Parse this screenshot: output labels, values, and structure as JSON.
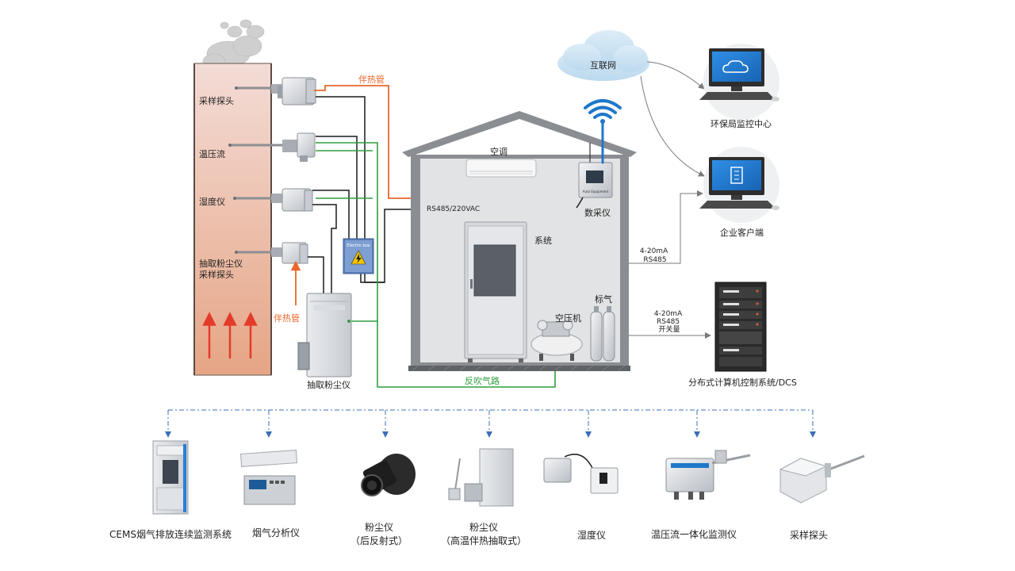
{
  "colors": {
    "heat_pipe": "#e8672a",
    "signal": "#1a1a1a",
    "backflush": "#2e9e3e",
    "arrow_up": "#e33b2a",
    "bus": "#3b6fb6",
    "chimney_top": "#f1d9d2",
    "chimney_bottom": "#e6a888",
    "cloud": "#cfe6f4",
    "monitor": "#2a7fd4"
  },
  "icons": {
    "cloud": "cloud-icon",
    "wifi": "wifi-icon",
    "computer": "computer-icon",
    "server": "server-rack-icon",
    "warning": "lightning-warning-icon"
  },
  "chimney": {
    "probes": [
      "采样探头",
      "温压流",
      "湿度仪",
      "抽取粉尘仪\n采样探头"
    ]
  },
  "pipes": {
    "heat_top": "伴热管",
    "heat_bottom": "伴热管",
    "backflush": "反吹气路",
    "bus": "RS485/220VAC"
  },
  "devices": {
    "dust_extractor": "抽取粉尘仪",
    "junction_box": "Electric box"
  },
  "house": {
    "ac": "空调",
    "daq": "数采仪",
    "daq_plate": "Auto Equipment",
    "system": "系统",
    "compressor": "空压机",
    "gas": "标气"
  },
  "network": {
    "internet": "互联网",
    "epa": "环保局监控中心",
    "client": "企业客户端",
    "dcs": "分布式计算机控制系统/DCS",
    "link_client_lines": [
      "4-20mA",
      "RS485"
    ],
    "link_dcs_lines": [
      "4-20mA",
      "RS485",
      "开关量"
    ]
  },
  "products": [
    {
      "lines": [
        "CEMS烟气排放连续监测系统"
      ]
    },
    {
      "lines": [
        "烟气分析仪"
      ]
    },
    {
      "lines": [
        "粉尘仪",
        "（后反射式）"
      ]
    },
    {
      "lines": [
        "粉尘仪",
        "（高温伴热抽取式）"
      ]
    },
    {
      "lines": [
        "湿度仪"
      ]
    },
    {
      "lines": [
        "温压流一体化监测仪"
      ]
    },
    {
      "lines": [
        "采样探头"
      ]
    }
  ]
}
